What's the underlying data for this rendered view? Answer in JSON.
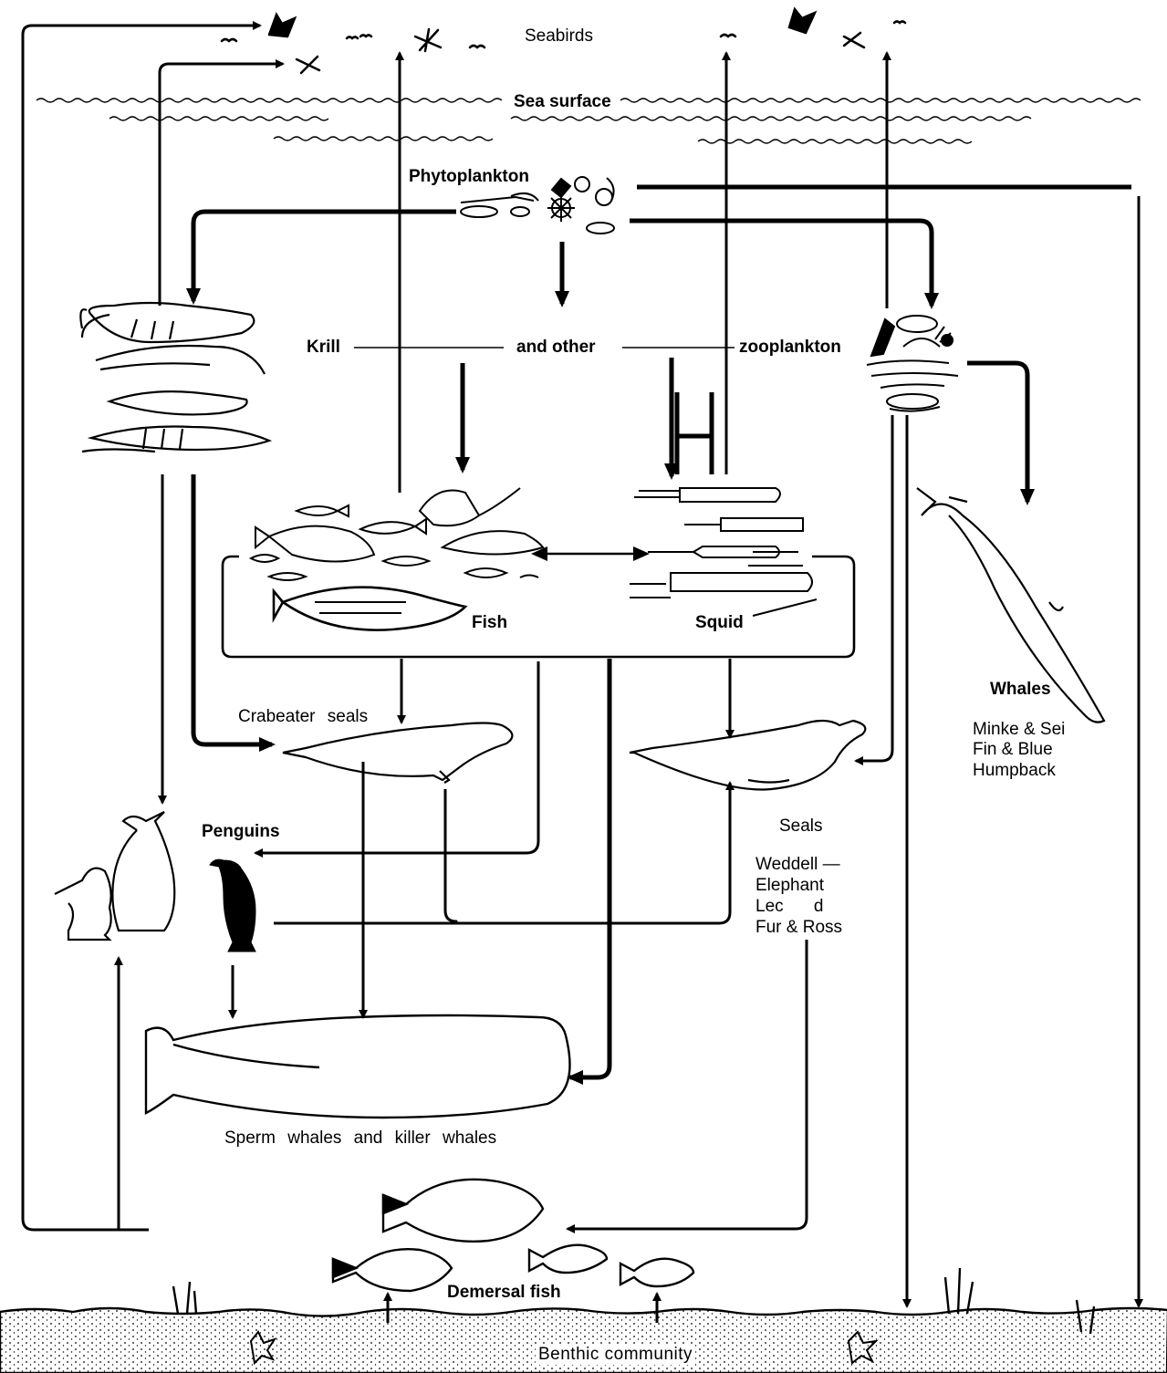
{
  "labels": {
    "seabirds": "Seabirds",
    "sea_surface": "Sea surface",
    "phytoplankton": "Phytoplankton",
    "krill": "Krill",
    "and_other": "and other",
    "zooplankton": "zooplankton",
    "fish": "Fish",
    "squid": "Squid",
    "whales": "Whales",
    "whale_species": [
      "Minke & Sei",
      "Fin & Blue",
      "Humpback"
    ],
    "crabeater_seals": "Crabeater seals",
    "seals": "Seals",
    "seal_species": [
      "Weddell —",
      "Elephant",
      "Lec d",
      "Fur & Ross"
    ],
    "penguins": "Penguins",
    "sperm_whales": "Sperm whales and killer whales",
    "demersal_fish": "Demersal fish",
    "benthic": "Benthic community"
  },
  "colors": {
    "ink": "#000000",
    "paper": "#ffffff"
  },
  "icons": [
    "seabird-icon",
    "phytoplankton-icon",
    "krill-icon",
    "zooplankton-icon",
    "fish-icon",
    "squid-icon",
    "baleen-whale-icon",
    "seal-icon",
    "penguin-icon",
    "sperm-whale-icon",
    "demersal-fish-icon",
    "seabed-icon"
  ]
}
